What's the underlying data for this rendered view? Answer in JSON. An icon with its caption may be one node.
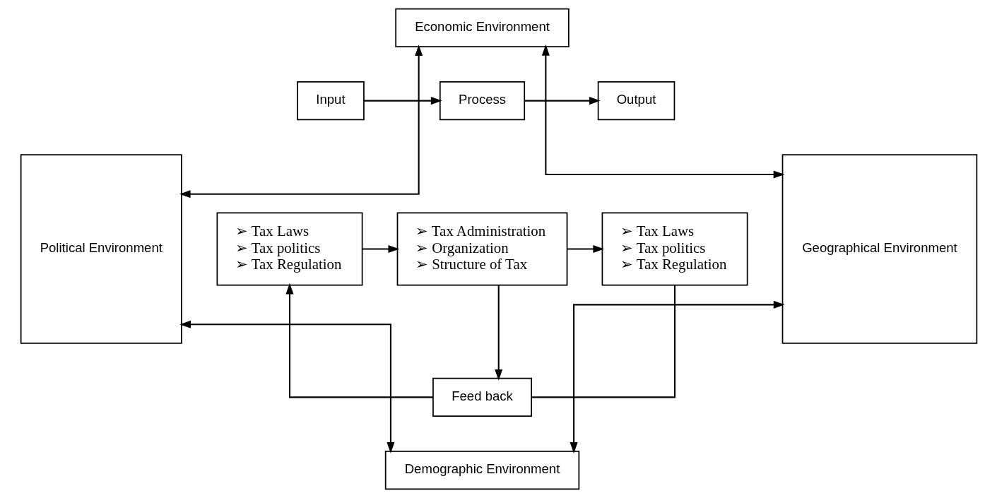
{
  "diagram": {
    "nodes": [
      {
        "text": [
          "Economic Environment"
        ]
      },
      {
        "text": [
          "Input"
        ]
      },
      {
        "text": [
          "Process"
        ]
      },
      {
        "text": [
          "Output"
        ]
      },
      {
        "text": [
          "Political Environment"
        ]
      },
      {
        "text": [
          "➢ Tax Laws",
          "➢ Tax politics",
          "➢ Tax Regulation"
        ]
      },
      {
        "text": [
          "➢ Tax Administration",
          "➢ Organization",
          "➢ Structure of Tax"
        ]
      },
      {
        "text": [
          "➢ Tax Laws",
          "➢ Tax politics",
          "➢ Tax Regulation"
        ]
      },
      {
        "text": [
          "Geographical Environment"
        ]
      },
      {
        "text": [
          "Feed back"
        ]
      },
      {
        "text": [
          "Demographic Environment"
        ]
      }
    ],
    "edges": [
      {
        "from": 4,
        "to": 0,
        "arrow": "both"
      },
      {
        "from": 0,
        "to": 8,
        "arrow": "both"
      },
      {
        "from": 1,
        "to": 2,
        "arrow": "to"
      },
      {
        "from": 2,
        "to": 3,
        "arrow": "to"
      },
      {
        "from": 5,
        "to": 6,
        "arrow": "to"
      },
      {
        "from": 6,
        "to": 7,
        "arrow": "to"
      },
      {
        "from": 6,
        "to": 9,
        "arrow": "to"
      },
      {
        "from": 9,
        "to": 5,
        "arrow": "to"
      },
      {
        "from": 7,
        "to": 9,
        "arrow": "none"
      },
      {
        "from": 4,
        "to": 10,
        "arrow": "both"
      },
      {
        "from": 10,
        "to": 8,
        "arrow": "both"
      }
    ]
  }
}
